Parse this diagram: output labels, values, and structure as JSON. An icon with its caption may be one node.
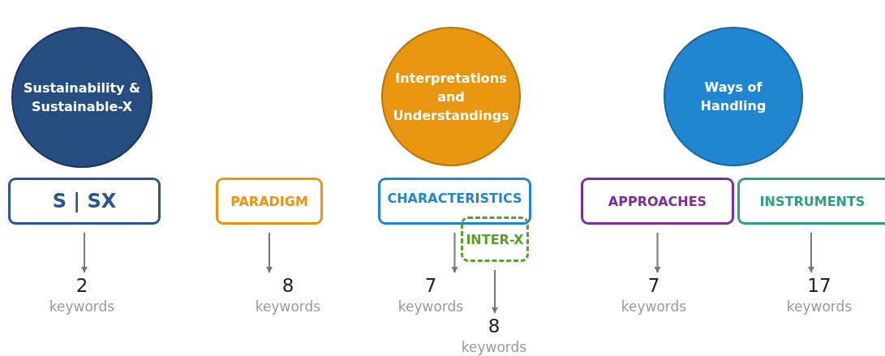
{
  "diagram": {
    "nodes": [
      {
        "text": [
          "Sustainability & Sustainable-X"
        ]
      },
      {
        "text": [
          "Interpretations and Understandings"
        ]
      },
      {
        "text": [
          "Ways of Handling"
        ]
      },
      {
        "text": [
          "S | SX"
        ]
      },
      {
        "text": [
          "PARADIGM"
        ]
      },
      {
        "text": [
          "CHARACTERISTICS"
        ]
      },
      {
        "text": [
          "INTER-X"
        ]
      },
      {
        "text": [
          "APPROACHES"
        ]
      },
      {
        "text": [
          "INSTRUMENTS"
        ]
      },
      {
        "text": [
          "2",
          "keywords"
        ]
      },
      {
        "text": [
          "8",
          "keywords"
        ]
      },
      {
        "text": [
          "7",
          "keywords"
        ]
      },
      {
        "text": [
          "8",
          "keywords"
        ]
      },
      {
        "text": [
          "7",
          "keywords"
        ]
      },
      {
        "text": [
          "17",
          "keywords"
        ]
      }
    ],
    "edges": [
      {
        "from": 3,
        "to": 9,
        "arrow": "to"
      },
      {
        "from": 4,
        "to": 10,
        "arrow": "to"
      },
      {
        "from": 5,
        "to": 11,
        "arrow": "to"
      },
      {
        "from": 6,
        "to": 12,
        "arrow": "to"
      },
      {
        "from": 7,
        "to": 13,
        "arrow": "to"
      },
      {
        "from": 8,
        "to": 14,
        "arrow": "to"
      }
    ]
  }
}
